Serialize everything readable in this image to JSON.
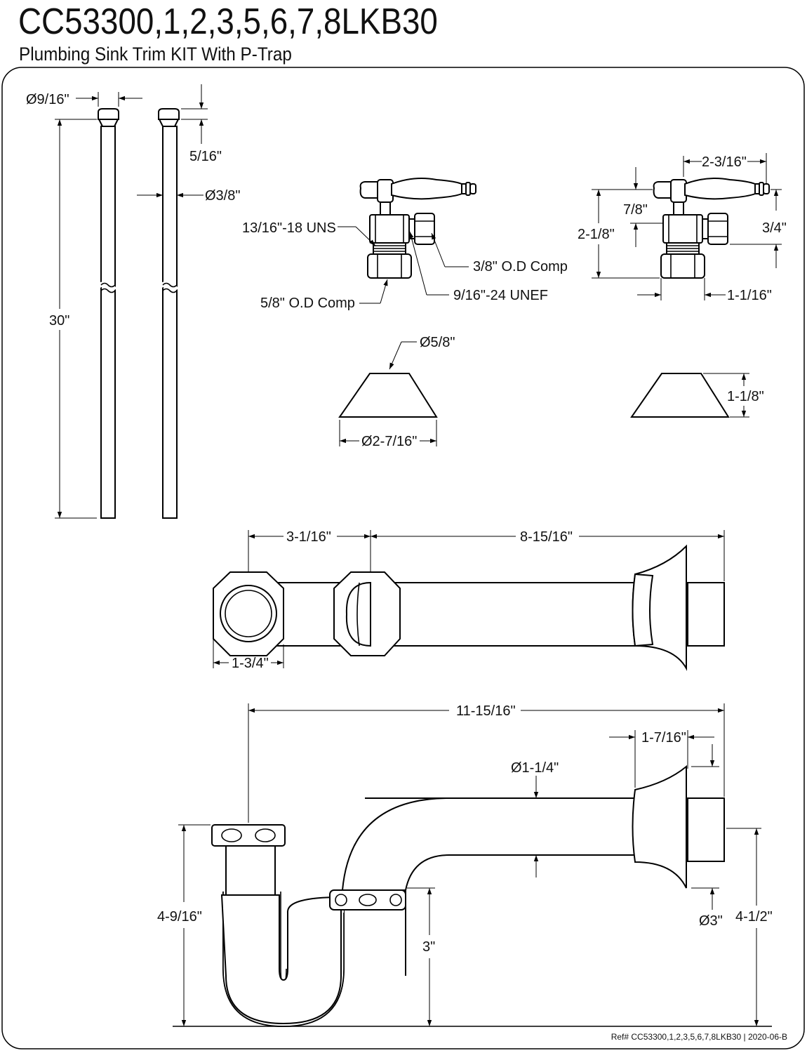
{
  "header": {
    "title": "CC53300,1,2,3,5,6,7,8LKB30",
    "subtitle": "Plumbing Sink Trim KIT With P-Trap"
  },
  "supply_tubes": {
    "dia_head": "Ø9/16\"",
    "head_height": "5/16\"",
    "dia_tube": "Ø3/8\"",
    "length": "30\""
  },
  "stop_valve": {
    "inlet_thread": "13/16\"-18 UNS",
    "outlet_comp": "3/8\" O.D Comp",
    "outlet_thread": "9/16\"-24 UNEF",
    "inlet_comp": "5/8\" O.D Comp",
    "width": "2-3/16\"",
    "handle_drop": "7/8\"",
    "height": "2-1/8\"",
    "outlet_height": "3/4\"",
    "depth": "1-1/16\""
  },
  "escutcheon": {
    "hole_dia": "Ø5/8\"",
    "base_dia": "Ø2-7/16\"",
    "height": "1-1/8\""
  },
  "ptrap_top": {
    "offset": "3-1/16\"",
    "arm_length": "8-15/16\"",
    "nut_width": "1-3/4\""
  },
  "ptrap_side": {
    "overall_length": "11-15/16\"",
    "flange_depth": "1-7/16\"",
    "pipe_dia": "Ø1-1/4\"",
    "flange_dia": "Ø3\"",
    "inlet_height": "4-9/16\"",
    "trap_height": "3\"",
    "outlet_height": "4-1/2\""
  },
  "footer": {
    "ref": "Ref# CC53300,1,2,3,5,6,7,8LKB30 | 2020-06-B"
  }
}
